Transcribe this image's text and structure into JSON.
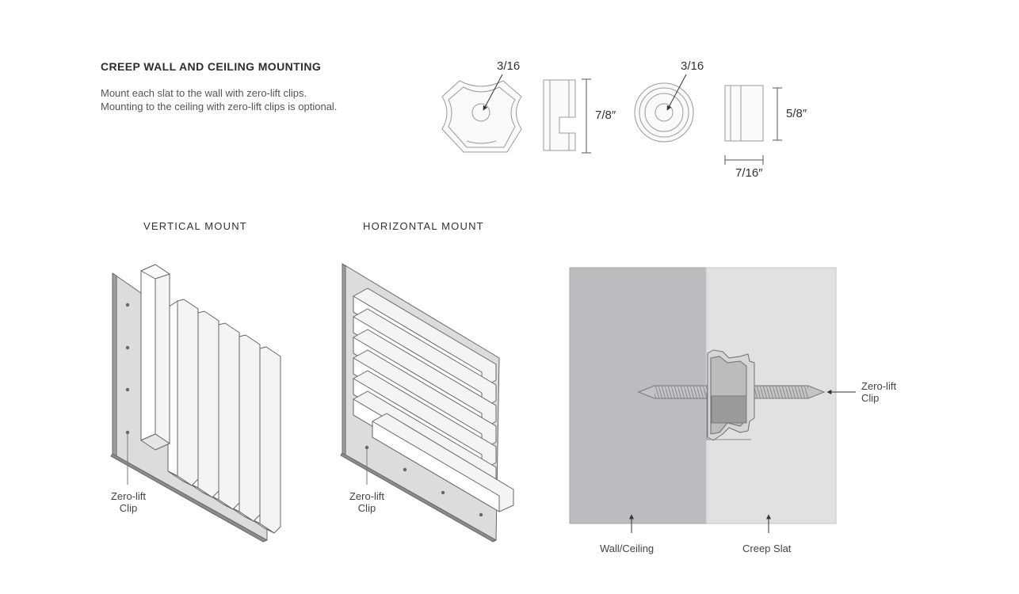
{
  "header": {
    "title": "CREEP WALL AND CEILING MOUNTING",
    "desc_line1": "Mount each slat to the wall with zero-lift clips.",
    "desc_line2": "Mounting to the ceiling with zero-lift clips is optional."
  },
  "dimensions": {
    "clip_hole": "3/16",
    "clip_height": "7/8″",
    "washer_hole": "3/16",
    "washer_height": "5/8″",
    "washer_width": "7/16″"
  },
  "captions": {
    "vertical": "VERTICAL MOUNT",
    "horizontal": "HORIZONTAL MOUNT"
  },
  "labels": {
    "vert_clip_1": "Zero-lift",
    "vert_clip_2": "Clip",
    "horiz_clip_1": "Zero-lift",
    "horiz_clip_2": "Clip",
    "section_clip_1": "Zero-lift",
    "section_clip_2": "Clip",
    "wall": "Wall/Ceiling",
    "slat": "Creep Slat"
  },
  "colors": {
    "wall_fill": "#bcbcbe",
    "slat_fill": "#e1e1e2",
    "line": "#666666"
  }
}
